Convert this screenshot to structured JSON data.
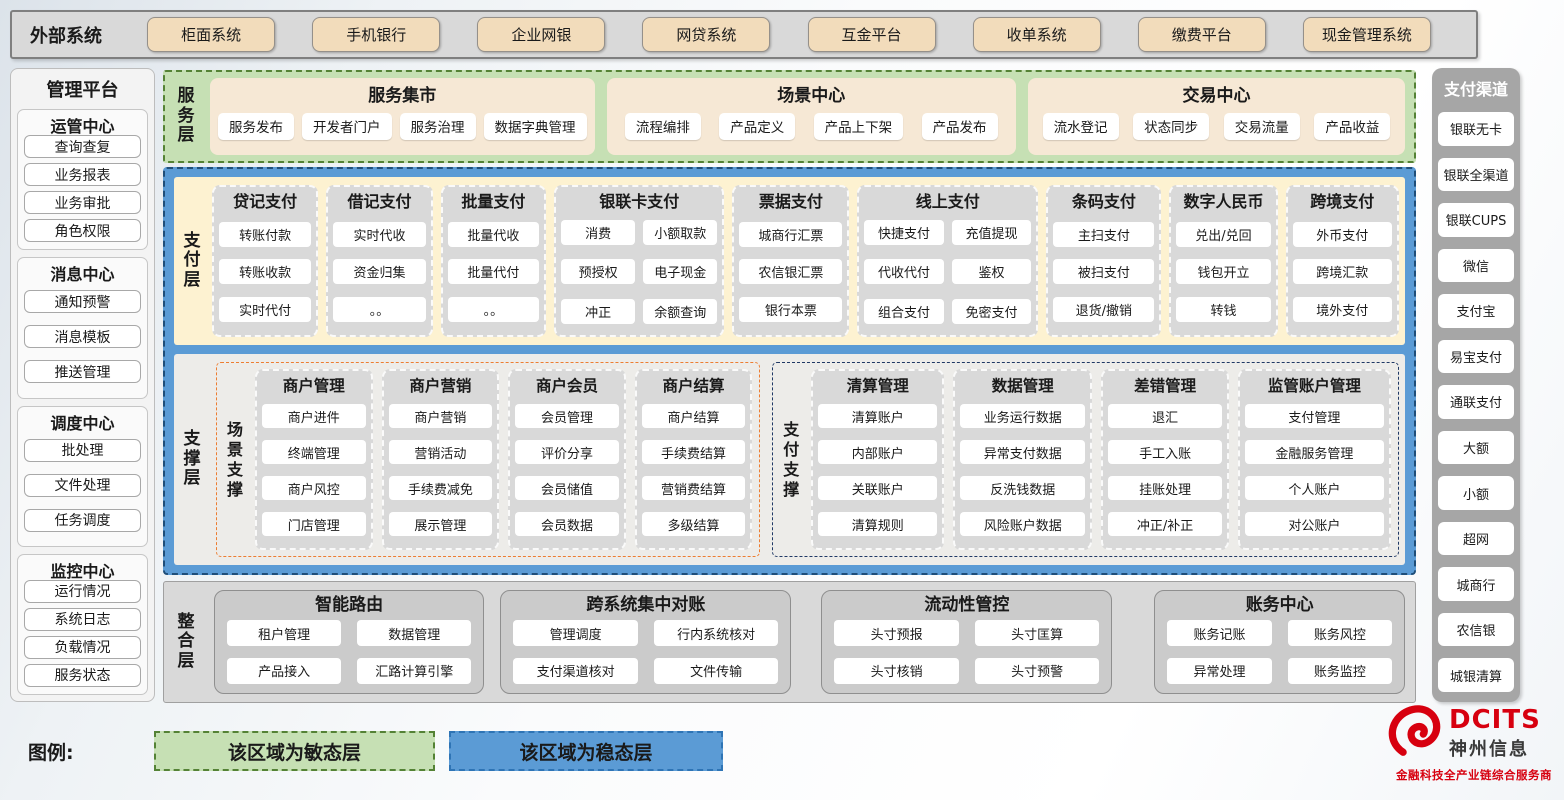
{
  "external_systems": {
    "label": "外部系统",
    "items": [
      "柜面系统",
      "手机银行",
      "企业网银",
      "网贷系统",
      "互金平台",
      "收单系统",
      "缴费平台",
      "现金管理系统"
    ]
  },
  "management_platform": {
    "title": "管理平台",
    "sections": [
      {
        "title": "运管中心",
        "items": [
          "查询查复",
          "业务报表",
          "业务审批",
          "角色权限"
        ]
      },
      {
        "title": "消息中心",
        "items": [
          "通知预警",
          "消息模板",
          "推送管理"
        ]
      },
      {
        "title": "调度中心",
        "items": [
          "批处理",
          "文件处理",
          "任务调度"
        ]
      },
      {
        "title": "监控中心",
        "items": [
          "运行情况",
          "系统日志",
          "负载情况",
          "服务状态"
        ]
      }
    ]
  },
  "service_layer": {
    "label": "服务层",
    "panels": [
      {
        "title": "服务集市",
        "items": [
          "服务发布",
          "开发者门户",
          "服务治理",
          "数据字典管理"
        ]
      },
      {
        "title": "场景中心",
        "items": [
          "流程编排",
          "产品定义",
          "产品上下架",
          "产品发布"
        ]
      },
      {
        "title": "交易中心",
        "items": [
          "流水登记",
          "状态同步",
          "交易流量",
          "产品收益"
        ]
      }
    ]
  },
  "payment_layer": {
    "label": "支付层",
    "columns": [
      {
        "title": "贷记支付",
        "items": [
          "转账付款",
          "转账收款",
          "实时代付"
        ]
      },
      {
        "title": "借记支付",
        "items": [
          "实时代收",
          "资金归集",
          "。。"
        ]
      },
      {
        "title": "批量支付",
        "items": [
          "批量代收",
          "批量代付",
          "。。"
        ]
      },
      {
        "title": "银联卡支付",
        "items": [
          "消费",
          "小额取款",
          "预授权",
          "电子现金",
          "冲正",
          "余额查询"
        ]
      },
      {
        "title": "票据支付",
        "items": [
          "城商行汇票",
          "农信银汇票",
          "银行本票"
        ]
      },
      {
        "title": "线上支付",
        "items": [
          "快捷支付",
          "充值提现",
          "代收代付",
          "鉴权",
          "组合支付",
          "免密支付"
        ]
      },
      {
        "title": "条码支付",
        "items": [
          "主扫支付",
          "被扫支付",
          "退货/撤销"
        ]
      },
      {
        "title": "数字人民币",
        "items": [
          "兑出/兑回",
          "钱包开立",
          "转钱"
        ]
      },
      {
        "title": "跨境支付",
        "items": [
          "外币支付",
          "跨境汇款",
          "境外支付"
        ]
      }
    ]
  },
  "support_layer": {
    "label": "支撑层",
    "groups": [
      {
        "label": "场景支撑",
        "columns": [
          {
            "title": "商户管理",
            "items": [
              "商户进件",
              "终端管理",
              "商户风控",
              "门店管理"
            ]
          },
          {
            "title": "商户营销",
            "items": [
              "商户营销",
              "营销活动",
              "手续费减免",
              "展示管理"
            ]
          },
          {
            "title": "商户会员",
            "items": [
              "会员管理",
              "评价分享",
              "会员储值",
              "会员数据"
            ]
          },
          {
            "title": "商户结算",
            "items": [
              "商户结算",
              "手续费结算",
              "营销费结算",
              "多级结算"
            ]
          }
        ]
      },
      {
        "label": "支付支撑",
        "columns": [
          {
            "title": "清算管理",
            "items": [
              "清算账户",
              "内部账户",
              "关联账户",
              "清算规则"
            ]
          },
          {
            "title": "数据管理",
            "items": [
              "业务运行数据",
              "异常支付数据",
              "反洗钱数据",
              "风险账户数据"
            ]
          },
          {
            "title": "差错管理",
            "items": [
              "退汇",
              "手工入账",
              "挂账处理",
              "冲正/补正"
            ]
          },
          {
            "title": "监管账户管理",
            "items": [
              "支付管理",
              "金融服务管理",
              "个人账户",
              "对公账户"
            ]
          }
        ]
      }
    ]
  },
  "integration_layer": {
    "label": "整合层",
    "boxes": [
      {
        "title": "智能路由",
        "items": [
          "租户管理",
          "数据管理",
          "产品接入",
          "汇路计算引擎"
        ]
      },
      {
        "title": "跨系统集中对账",
        "items": [
          "管理调度",
          "行内系统核对",
          "支付渠道核对",
          "文件传输"
        ]
      },
      {
        "title": "流动性管控",
        "items": [
          "头寸预报",
          "头寸匡算",
          "头寸核销",
          "头寸预警"
        ]
      },
      {
        "title": "账务中心",
        "items": [
          "账务记账",
          "账务风控",
          "异常处理",
          "账务监控"
        ]
      }
    ]
  },
  "payment_channels": {
    "title": "支付渠道",
    "items": [
      "银联无卡",
      "银联全渠道",
      "银联CUPS",
      "微信",
      "支付宝",
      "易宝支付",
      "通联支付",
      "大额",
      "小额",
      "超网",
      "城商行",
      "农信银",
      "城银清算"
    ]
  },
  "legend": {
    "label": "图例:",
    "agile": "该区域为敏态层",
    "stable": "该区域为稳态层"
  },
  "logo": {
    "brand": "DCITS",
    "name": "神州信息",
    "tagline": "金融科技全产业链综合服务商"
  },
  "colors": {
    "agile_green": "#c6e0b4",
    "agile_border": "#548235",
    "stable_blue": "#5b9bd5",
    "stable_border": "#1f4e79",
    "payment_cream": "#fdf2d1",
    "tan_button": "#f2dcbb",
    "scene_group_border": "#ed7d31",
    "pay_group_border": "#1f3864",
    "brand_red": "#d7000f"
  }
}
